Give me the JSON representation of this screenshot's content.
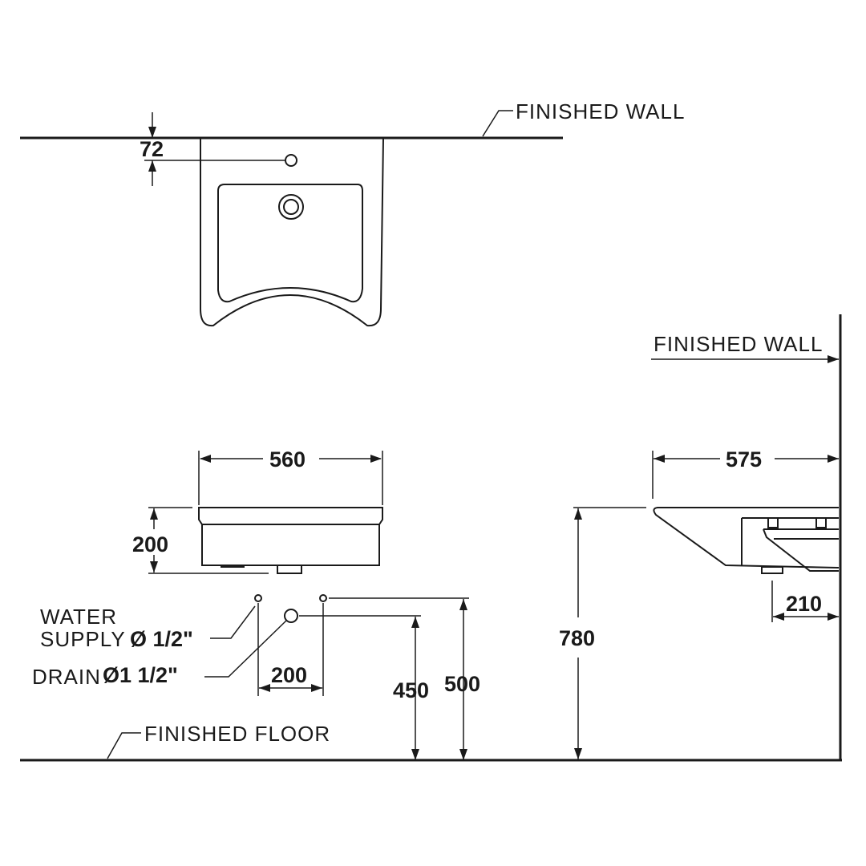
{
  "labels": {
    "top_wall": "FINISHED  WALL",
    "side_wall": "FINISHED  WALL",
    "floor": "FINISHED  FLOOR",
    "water_supply_line1": "WATER",
    "water_supply_line2": "SUPPLY",
    "water_supply_size": "Ø 1/2\"",
    "drain": "DRAIN",
    "drain_size": "Ø1 1/2\""
  },
  "dimensions": {
    "tap_hole_offset": "72",
    "basin_width": "560",
    "basin_height": "200",
    "supply_drain_spacing": "200",
    "drain_height": "450",
    "supply_height": "500",
    "basin_projection": "575",
    "bracket_depth": "210",
    "rim_height": "780"
  }
}
